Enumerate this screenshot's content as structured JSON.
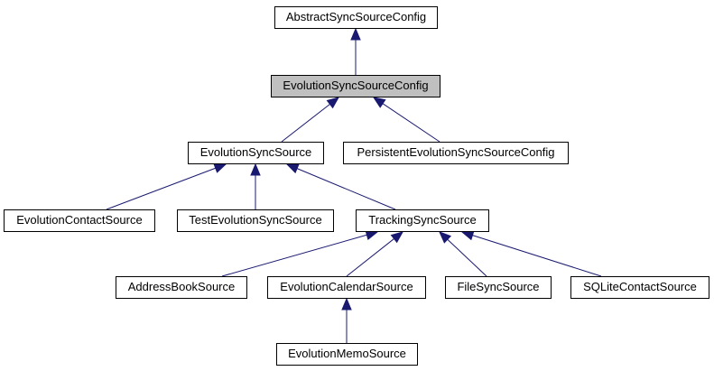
{
  "diagram": {
    "colors": {
      "edge": "#191970",
      "node_border": "#000000",
      "node_fill": "#ffffff",
      "highlight_fill": "#bfbfbf"
    },
    "nodes": {
      "abstract": "AbstractSyncSourceConfig",
      "evoconfig": "EvolutionSyncSourceConfig",
      "evosource": "EvolutionSyncSource",
      "persistent": "PersistentEvolutionSyncSourceConfig",
      "contact": "EvolutionContactSource",
      "test": "TestEvolutionSyncSource",
      "tracking": "TrackingSyncSource",
      "addressbook": "AddressBookSource",
      "calendar": "EvolutionCalendarSource",
      "filesync": "FileSyncSource",
      "sqlite": "SQLiteContactSource",
      "memo": "EvolutionMemoSource"
    },
    "edges": [
      {
        "from": "evoconfig",
        "to": "abstract"
      },
      {
        "from": "evosource",
        "to": "evoconfig"
      },
      {
        "from": "persistent",
        "to": "evoconfig"
      },
      {
        "from": "contact",
        "to": "evosource"
      },
      {
        "from": "test",
        "to": "evosource"
      },
      {
        "from": "tracking",
        "to": "evosource"
      },
      {
        "from": "addressbook",
        "to": "tracking"
      },
      {
        "from": "calendar",
        "to": "tracking"
      },
      {
        "from": "filesync",
        "to": "tracking"
      },
      {
        "from": "sqlite",
        "to": "tracking"
      },
      {
        "from": "memo",
        "to": "calendar"
      }
    ]
  }
}
